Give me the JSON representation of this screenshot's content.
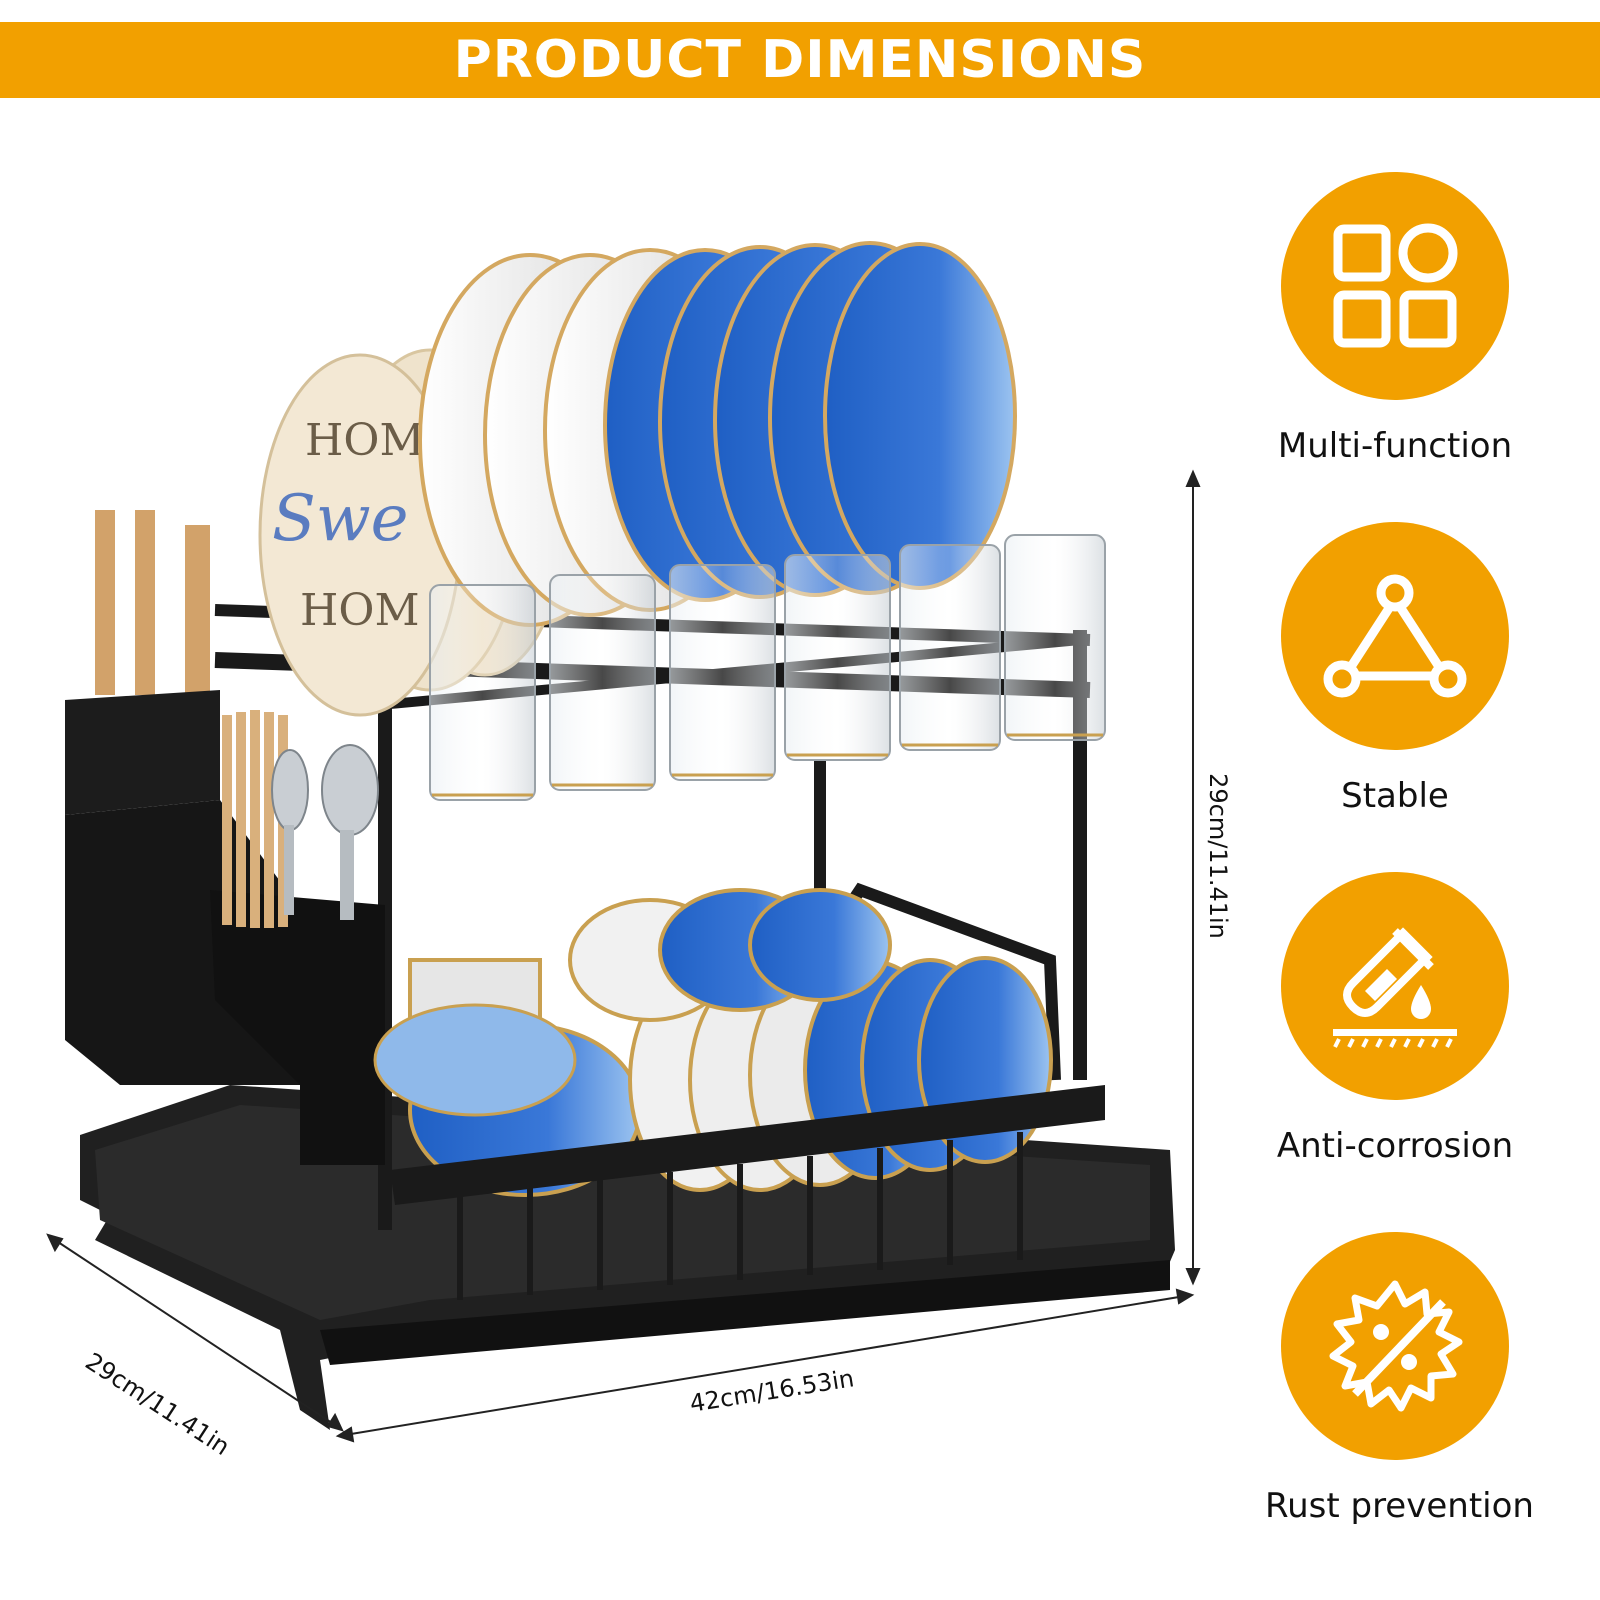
{
  "header": {
    "title": "PRODUCT DIMENSIONS"
  },
  "dimensions": {
    "height": "29cm/11.41in",
    "depth": "29cm/11.41in",
    "width": "42cm/16.53in"
  },
  "features": [
    {
      "label": "Multi-function",
      "icon": "grid-shapes-icon"
    },
    {
      "label": "Stable",
      "icon": "triangle-nodes-icon"
    },
    {
      "label": "Anti-corrosion",
      "icon": "test-tube-drop-icon"
    },
    {
      "label": "Rust prevention",
      "icon": "no-rust-gear-icon"
    }
  ],
  "colors": {
    "accent": "#f2a000",
    "rack": "#1a1a1a",
    "plate_blue": "#3a78d8",
    "plate_light": "#8fb9ea"
  },
  "plate_text": {
    "line1": "HOM",
    "line2": "Swe",
    "line3": "HOM"
  }
}
